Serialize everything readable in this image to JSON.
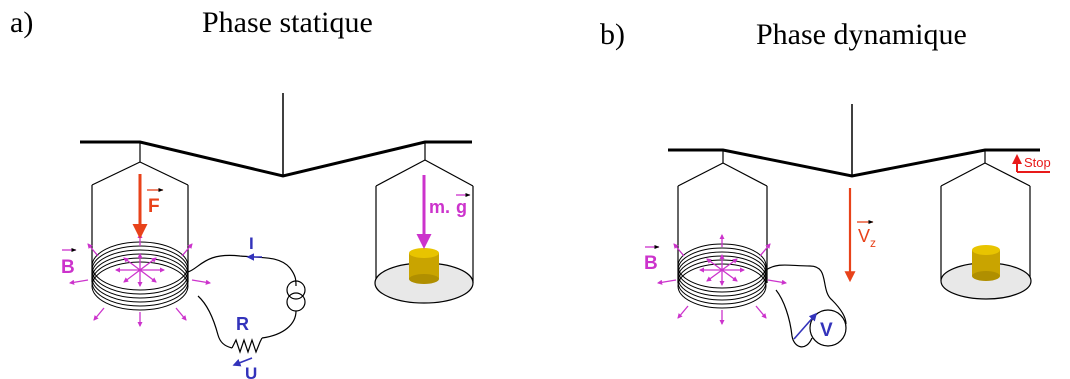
{
  "panels": [
    {
      "letter": "a)",
      "title": "Phase statique"
    },
    {
      "letter": "b)",
      "title": "Phase dynamique"
    }
  ],
  "labels": {
    "force": "F",
    "magnetic_field_a": "B",
    "current": "I",
    "resistance": "R",
    "voltage_u": "U",
    "weight_m": "m.",
    "weight_g": "g",
    "magnetic_field_b": "B",
    "velocity": "V",
    "velocity_sub": "z",
    "voltmeter": "V",
    "stop": "Stop"
  },
  "colors": {
    "force_arrow": "#e8421a",
    "field": "#cc33cc",
    "circuit_blue": "#3333bb",
    "mass_gold": "#c9a400",
    "stop_red": "#e81a1a"
  }
}
